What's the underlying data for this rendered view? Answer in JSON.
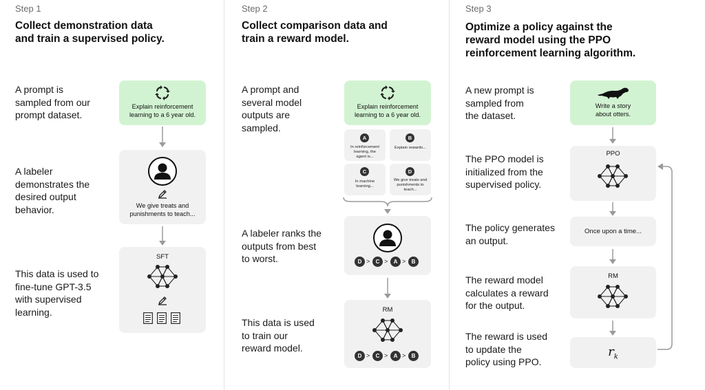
{
  "steps": [
    {
      "label": "Step 1",
      "title_lines": [
        "Collect demonstration data",
        "and train a supervised policy."
      ],
      "descriptions": [
        [
          "A prompt is",
          "sampled from our",
          "prompt dataset."
        ],
        [
          "A labeler",
          "demonstrates the",
          "desired output",
          "behavior."
        ],
        [
          "This data is used to",
          "fine-tune GPT-3.5",
          "with supervised",
          "learning."
        ]
      ],
      "prompt_lines": [
        "Explain reinforcement",
        "learning to a 6 year old."
      ],
      "demo_lines": [
        "We give treats and",
        "punishments to teach..."
      ],
      "model_label": "SFT"
    },
    {
      "label": "Step 2",
      "title_lines": [
        "Collect comparison data and",
        "train a reward model."
      ],
      "descriptions": [
        [
          "A prompt and",
          "several model",
          "outputs are",
          "sampled."
        ],
        [
          "A labeler ranks the",
          "outputs from best",
          "to worst."
        ],
        [
          "This data is used",
          "to train our",
          "reward model."
        ]
      ],
      "prompt_lines": [
        "Explain reinforcement",
        "learning to a 6 year old."
      ],
      "outputs": [
        {
          "letter": "A",
          "lines": [
            "In reinforcement",
            "learning, the",
            "agent is..."
          ]
        },
        {
          "letter": "B",
          "lines": [
            "Explain rewards..."
          ]
        },
        {
          "letter": "C",
          "lines": [
            "In machine",
            "learning..."
          ]
        },
        {
          "letter": "D",
          "lines": [
            "We give treats and",
            "punishments to",
            "teach..."
          ]
        }
      ],
      "ranking": [
        "D",
        ">",
        "C",
        ">",
        "A",
        ">",
        "B"
      ],
      "model_label": "RM"
    },
    {
      "label": "Step 3",
      "title_lines": [
        "Optimize a policy against the",
        "reward model using the PPO",
        "reinforcement learning algorithm."
      ],
      "descriptions": [
        [
          "A new prompt is",
          "sampled from",
          "the dataset."
        ],
        [
          "The PPO model is",
          "initialized from the",
          "supervised policy."
        ],
        [
          "The policy generates",
          "an output."
        ],
        [
          "The reward model",
          "calculates a reward",
          "for the output."
        ],
        [
          "The reward is used",
          "to update the",
          "policy using PPO."
        ]
      ],
      "prompt_lines": [
        "Write a story",
        "about otters."
      ],
      "ppo_label": "PPO",
      "output_text": "Once upon a time...",
      "rm_label": "RM",
      "reward_symbol": "r",
      "reward_subscript": "k"
    }
  ],
  "colors": {
    "prompt_box": "#d2f3d2",
    "box": "#f1f1f1",
    "text": "#111111",
    "step_label": "#6b6b6b",
    "arrow": "#9a9a9a"
  }
}
